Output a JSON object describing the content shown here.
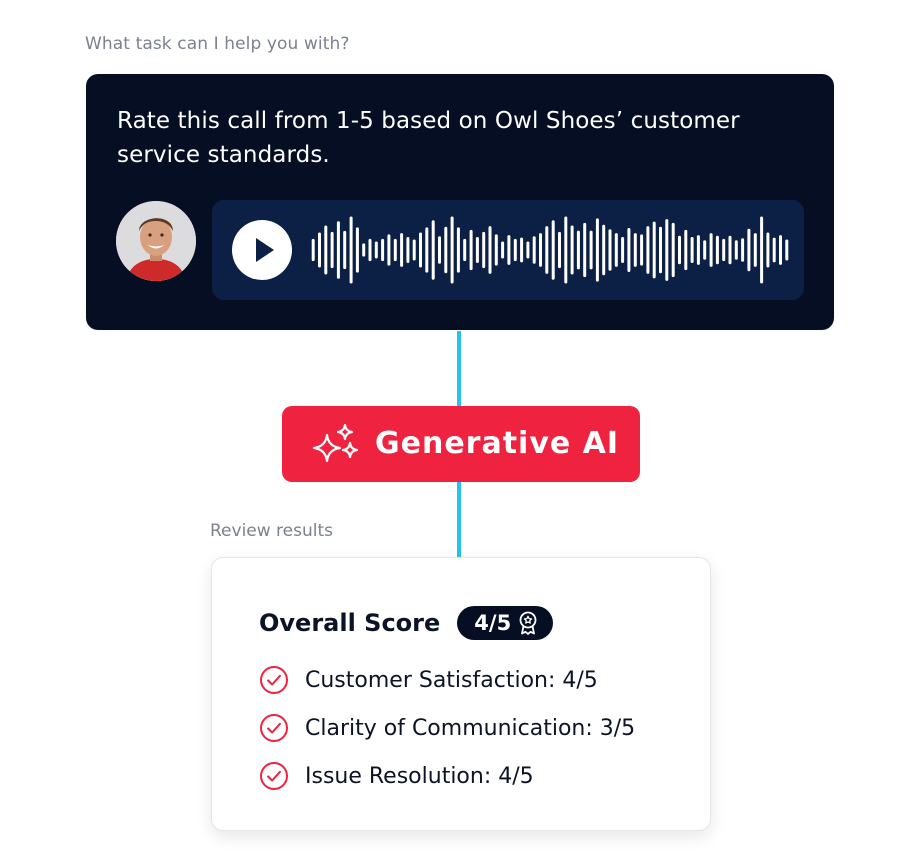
{
  "prompt": {
    "label": "What task can I help you with?",
    "text": "Rate this call from 1-5 based on Owl Shoes’ customer service standards."
  },
  "audio": {
    "play_icon": "play-icon",
    "waveform_levels": [
      0.3,
      0.5,
      0.72,
      0.52,
      0.85,
      0.55,
      1.0,
      0.66,
      0.16,
      0.3,
      0.22,
      0.3,
      0.44,
      0.3,
      0.48,
      0.36,
      0.28,
      0.5,
      0.66,
      0.88,
      0.38,
      0.68,
      1.0,
      0.66,
      0.3,
      0.58,
      0.36,
      0.52,
      0.7,
      0.44,
      0.22,
      0.42,
      0.3,
      0.34,
      0.22,
      0.38,
      0.48,
      0.7,
      0.88,
      0.52,
      1.0,
      0.72,
      0.56,
      0.8,
      0.56,
      0.94,
      0.74,
      0.6,
      0.48,
      0.36,
      0.64,
      0.48,
      0.44,
      0.7,
      0.84,
      0.68,
      0.92,
      0.8,
      0.4,
      0.58,
      0.36,
      0.42,
      0.26,
      0.48,
      0.4,
      0.3,
      0.4,
      0.26,
      0.32,
      0.62,
      0.48,
      1.0,
      0.5,
      0.34,
      0.42,
      0.28
    ]
  },
  "ai": {
    "label": "Generative AI",
    "icon": "sparkles-icon"
  },
  "review": {
    "label": "Review results"
  },
  "results": {
    "overall_label": "Overall Score",
    "overall_value": "4/5",
    "overall_icon": "award-icon",
    "items": [
      {
        "label": "Customer Satisfaction: 4/5",
        "icon": "check-circle-icon"
      },
      {
        "label": "Clarity of Communication: 3/5",
        "icon": "check-circle-icon"
      },
      {
        "label": "Issue Resolution: 4/5",
        "icon": "check-circle-icon"
      }
    ]
  },
  "colors": {
    "card_dark": "#050e22",
    "player_bg": "#0c2045",
    "accent_red": "#ef2340",
    "connector": "#23c3ea",
    "muted_text": "#7a8190"
  }
}
